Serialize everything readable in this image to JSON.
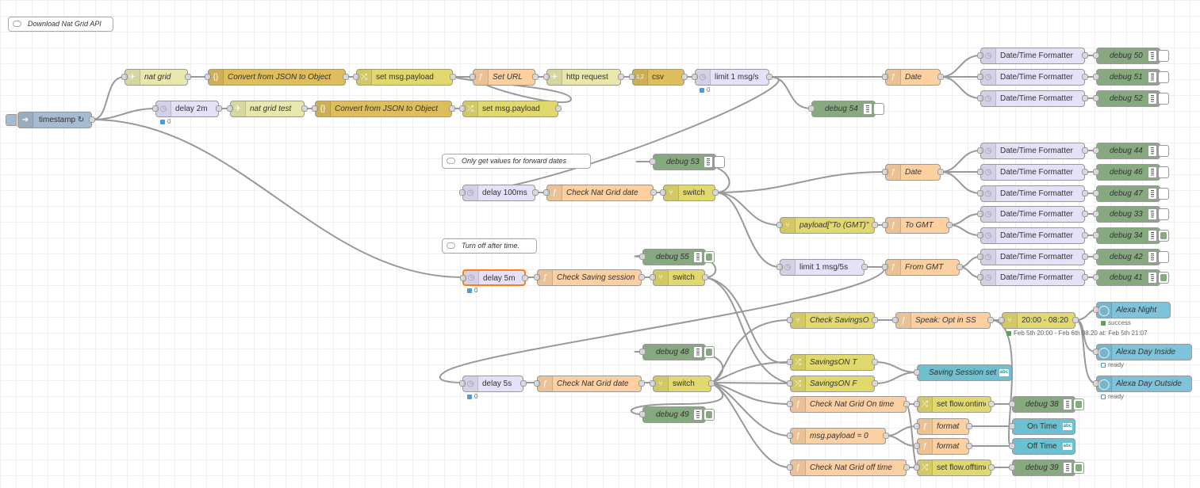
{
  "comments": {
    "title": "Download Nat Grid API",
    "forward": "Only get values for forward dates",
    "turnoff": "Turn off after time."
  },
  "nodes": {
    "timestamp": "timestamp ↻",
    "natgrid": "nat grid",
    "json1": "Convert from JSON to Object",
    "setpayload1": "set msg.payload",
    "seturl": "Set URL",
    "httpreq": "http request",
    "csv": "csv",
    "limit1": "limit 1 msg/s",
    "date1": "Date",
    "dtf1": "Date/Time Formatter",
    "dtf2": "Date/Time Formatter",
    "dtf3": "Date/Time Formatter",
    "debug50": "debug 50",
    "debug51": "debug 51",
    "debug52": "debug 52",
    "debug54": "debug 54",
    "delay2m": "delay 2m",
    "natgridtest": "nat grid test",
    "json2": "Convert from JSON to Object",
    "setpayload2": "set msg.payload",
    "delay100": "delay 100ms",
    "checkdate1": "Check Nat Grid date",
    "switch1": "switch",
    "debug53": "debug 53",
    "date2": "Date",
    "dtf4": "Date/Time Formatter",
    "dtf5": "Date/Time Formatter",
    "dtf6": "Date/Time Formatter",
    "debug44": "debug 44",
    "debug46": "debug 46",
    "debug47": "debug 47",
    "payloadgmt": "payload[\"To (GMT)\"",
    "togmt": "To GMT",
    "dtf7": "Date/Time Formatter",
    "dtf8": "Date/Time Formatter",
    "debug33": "debug 33",
    "debug34": "debug 34",
    "limit5s": "limit 1 msg/5s",
    "fromgmt": "From GMT",
    "dtf9": "Date/Time Formatter",
    "dtf10": "Date/Time Formatter",
    "debug42": "debug 42",
    "debug41": "debug 41",
    "delay5m": "delay 5m",
    "checksaving": "Check Saving session",
    "switch2": "switch",
    "debug55": "debug 55",
    "checksavingson": "Check SavingsON",
    "speak": "Speak: Opt in SS",
    "timerange": "20:00 - 08:20",
    "alexanight": "Alexa Night",
    "alexain": "Alexa Day Inside",
    "alexaout": "Alexa Day Outside",
    "savingsont": "SavingsON T",
    "savingsonf": "SavingsON F",
    "sessionset": "Saving Session set",
    "delay5s": "delay 5s",
    "checkdate2": "Check Nat Grid date",
    "switch3": "switch",
    "debug48": "debug 48",
    "debug49": "debug 49",
    "checkontime": "Check Nat Grid On time",
    "setflowontime": "set flow.ontime",
    "debug38": "debug 38",
    "payloadzero": "msg.payload = 0",
    "format1": "format",
    "format2": "format",
    "ontime": "On Time",
    "offtime": "Off Time",
    "checkofftime": "Check Nat Grid off time",
    "setflowofftime": "set flow.offtime",
    "debug39": "debug 39"
  },
  "statuses": {
    "limit1": "0",
    "delay2m": "0",
    "delay5m": "0",
    "delay5s": "0",
    "timerange": "Feb 5th 20:00 - Feb 6th 08:20 at: Feb 5th 21:07",
    "alexanight": "success",
    "alexain": "ready",
    "alexaout": "ready"
  },
  "colors": {
    "inject": "#a6bbcf",
    "delay": "#e6e0f8",
    "function": "#fdd0a2",
    "change": "#e2d96e",
    "json": "#debd5c",
    "http": "#e7e7ae",
    "debug": "#87a980",
    "template": "#6cc0d0",
    "alexa": "#7fc3db",
    "selected": "#ff7f0e"
  }
}
